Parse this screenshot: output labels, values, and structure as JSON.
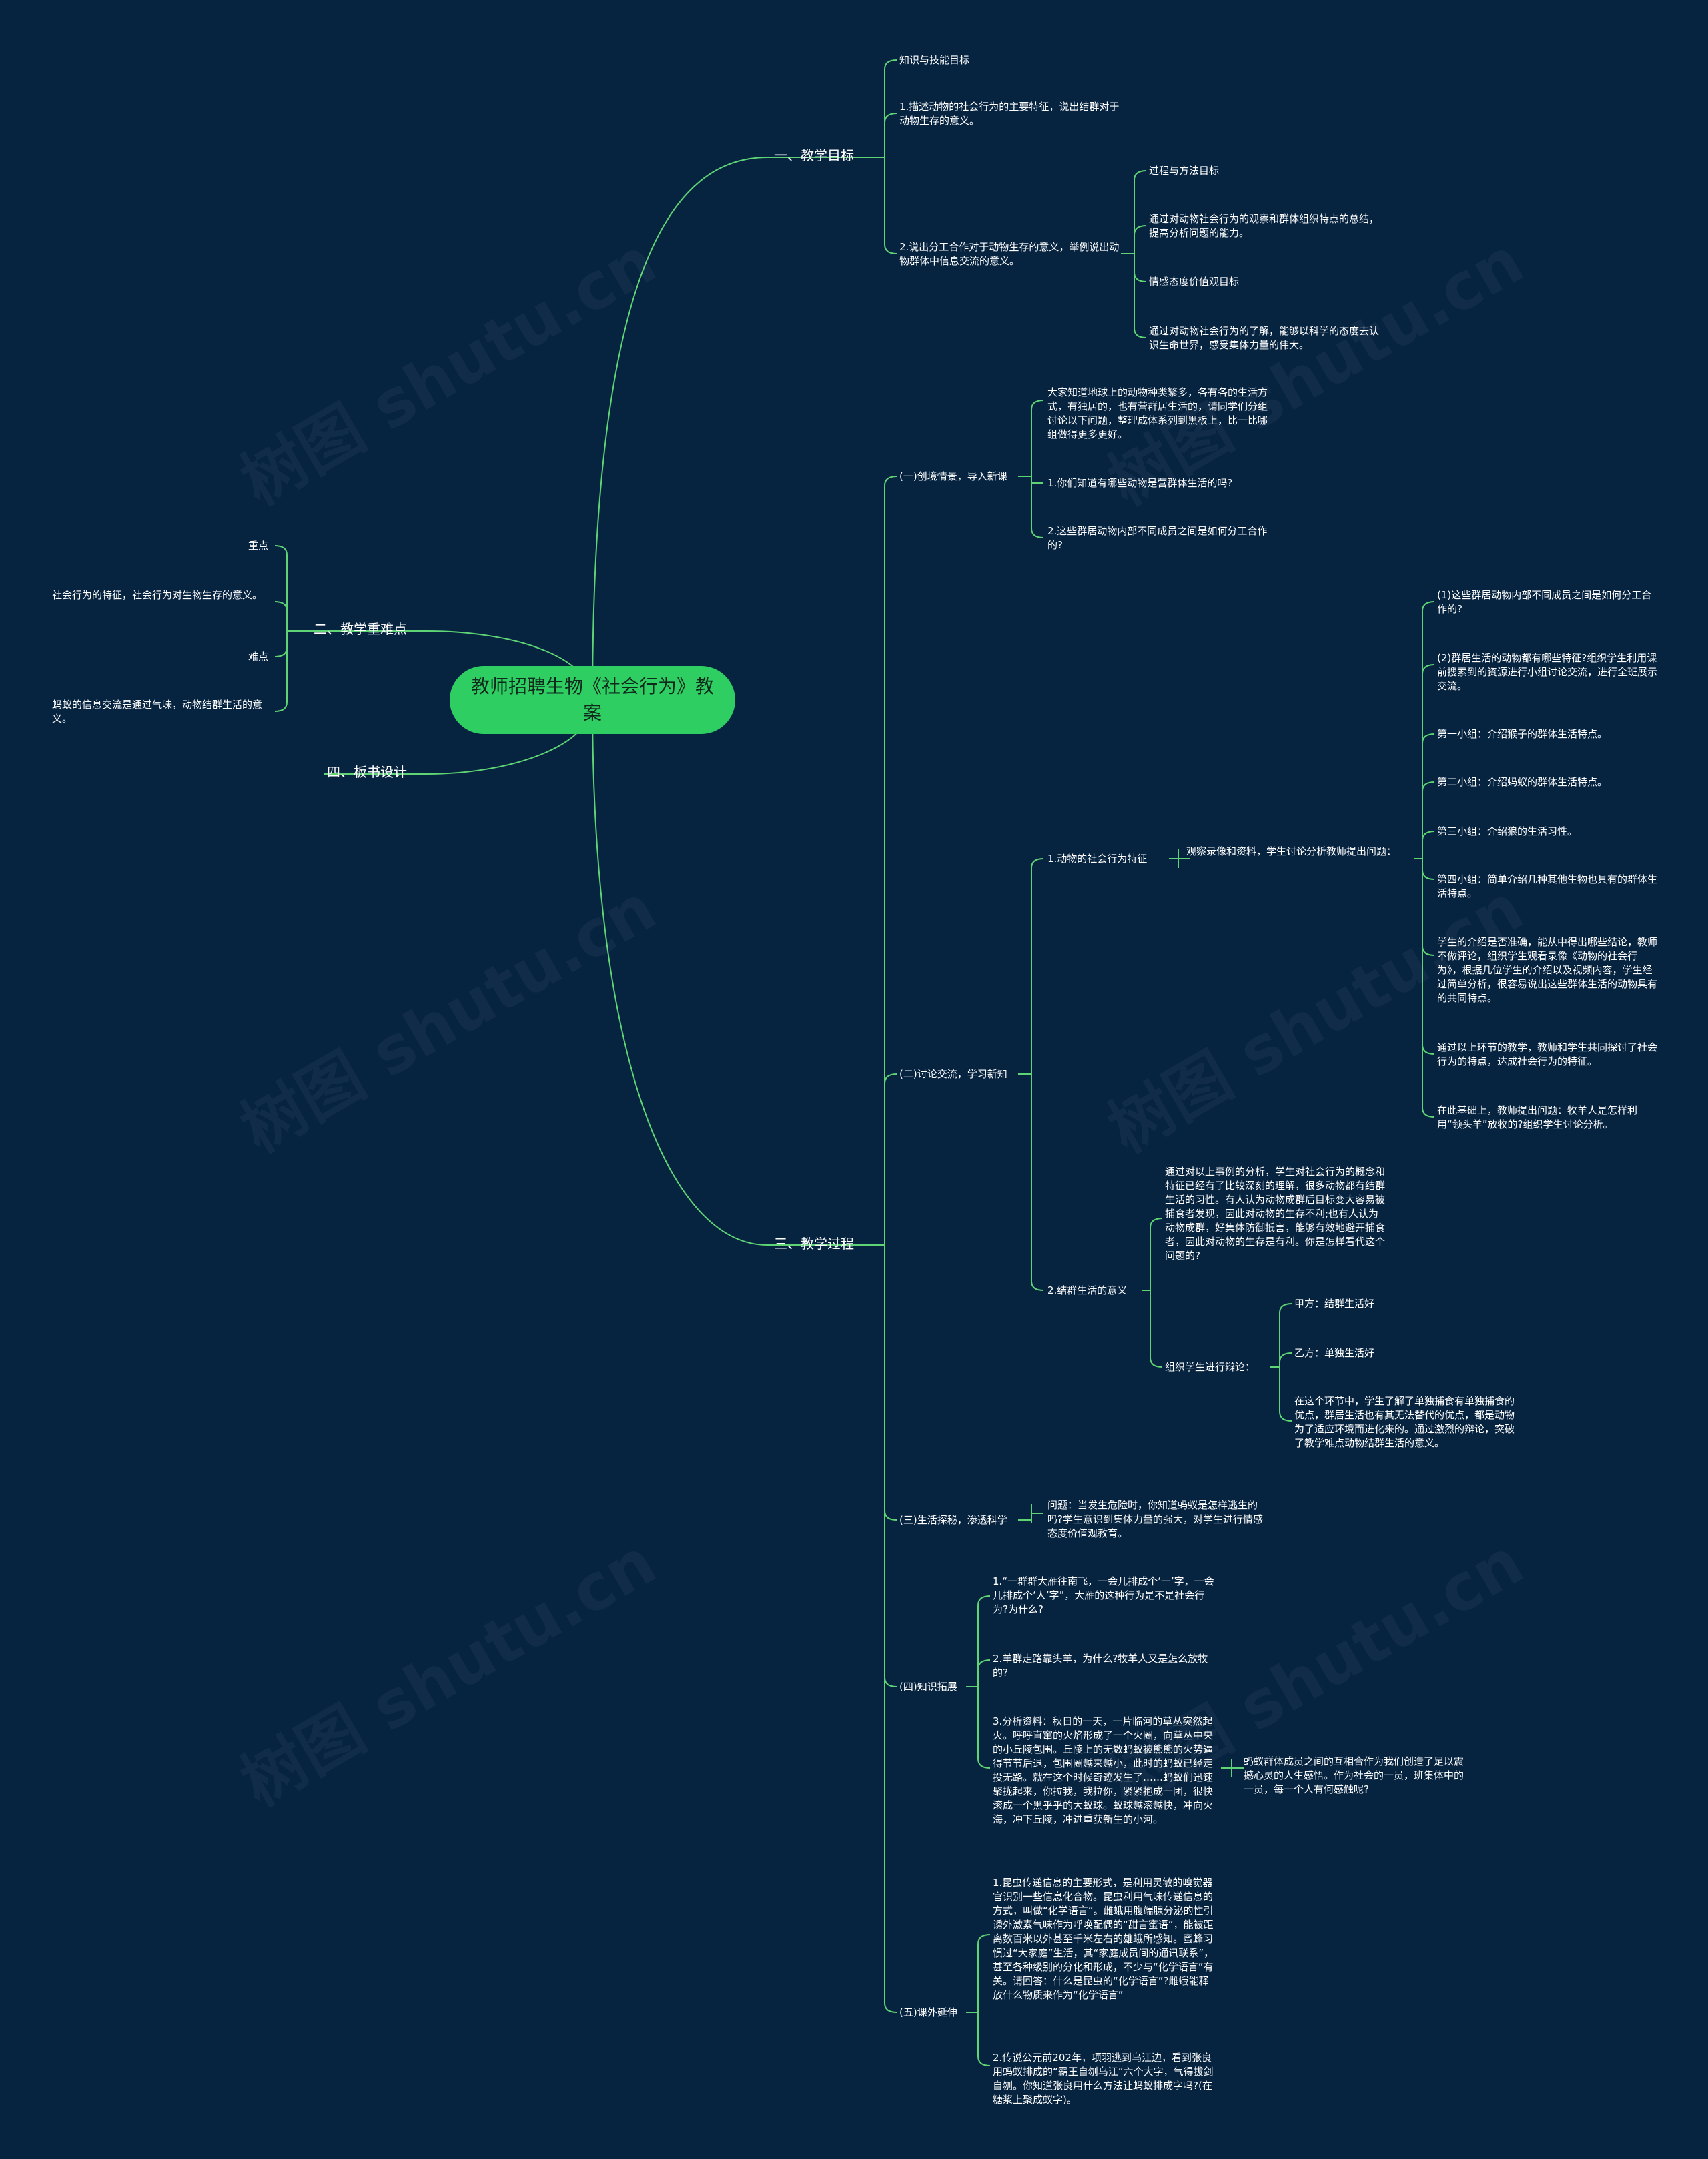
{
  "watermark": "树图 shutu.cn",
  "colors": {
    "background": "#062340",
    "link": "#5fd474",
    "root_fill": "#2fce63"
  },
  "root": "教师招聘生物《社会行为》教案",
  "b1": {
    "label": "一、教学目标",
    "items": [
      "知识与技能目标",
      "1.描述动物的社会行为的主要特征，说出结群对于动物生存的意义。",
      "2.说出分工合作对于动物生存的意义，举例说出动物群体中信息交流的意义。"
    ],
    "sub": [
      "过程与方法目标",
      "通过对动物社会行为的观察和群体组织特点的总结，提高分析问题的能力。",
      "情感态度价值观目标",
      "通过对动物社会行为的了解，能够以科学的态度去认识生命世界，感受集体力量的伟大。"
    ]
  },
  "b2": {
    "label": "二、教学重难点",
    "items": [
      "重点",
      "社会行为的特征，社会行为对生物生存的意义。",
      "难点",
      "蚂蚁的信息交流是通过气味，动物结群生活的意义。"
    ]
  },
  "b3": {
    "label": "三、教学过程",
    "s1": {
      "label": "(一)创境情景，导入新课",
      "items": [
        "大家知道地球上的动物种类繁多，各有各的生活方式，有独居的，也有营群居生活的，请同学们分组讨论以下问题，整理成体系列到黑板上，比一比哪组做得更多更好。",
        "1.你们知道有哪些动物是营群体生活的吗?",
        "2.这些群居动物内部不同成员之间是如何分工合作的?"
      ]
    },
    "s2": {
      "label": "(二)讨论交流，学习新知",
      "a": {
        "label": "1.动物的社会行为特征",
        "mid": "观察录像和资料，学生讨论分析教师提出问题：",
        "items": [
          "(1)这些群居动物内部不同成员之间是如何分工合作的?",
          "(2)群居生活的动物都有哪些特征?组织学生利用课前搜索到的资源进行小组讨论交流，进行全班展示交流。",
          "第一小组：介绍猴子的群体生活特点。",
          "第二小组：介绍蚂蚁的群体生活特点。",
          "第三小组：介绍狼的生活习性。",
          "第四小组：简单介绍几种其他生物也具有的群体生活特点。",
          "学生的介绍是否准确，能从中得出哪些结论，教师不做评论，组织学生观看录像《动物的社会行为》，根据几位学生的介绍以及视频内容，学生经过简单分析，很容易说出这些群体生活的动物具有的共同特点。",
          "通过以上环节的教学，教师和学生共同探讨了社会行为的特点，达成社会行为的特征。",
          "在此基础上，教师提出问题：牧羊人是怎样利用“领头羊”放牧的?组织学生讨论分析。"
        ]
      },
      "b": {
        "label": "2.结群生活的意义",
        "text": "通过对以上事例的分析，学生对社会行为的概念和特征已经有了比较深刻的理解，很多动物都有结群生活的习性。有人认为动物成群后目标变大容易被捕食者发现，因此对动物的生存不利;也有人认为动物成群，好集体防御抵害，能够有效地避开捕食者，因此对动物的生存是有利。你是怎样看代这个问题的?",
        "debate": {
          "label": "组织学生进行辩论：",
          "items": [
            "甲方：结群生活好",
            "乙方：单独生活好",
            "在这个环节中，学生了解了单独捕食有单独捕食的优点，群居生活也有其无法替代的优点，都是动物为了适应环境而进化来的。通过激烈的辩论，突破了教学难点动物结群生活的意义。"
          ]
        }
      }
    },
    "s3": {
      "label": "(三)生活探秘，渗透科学",
      "text": "问题：当发生危险时，你知道蚂蚁是怎样逃生的吗?学生意识到集体力量的强大，对学生进行情感态度价值观教育。"
    },
    "s4": {
      "label": "(四)知识拓展",
      "items": [
        "1.“一群群大雁往南飞，一会儿排成个‘一’字，一会儿排成个‘人’字”，大雁的这种行为是不是社会行为?为什么?",
        "2.羊群走路靠头羊，为什么?牧羊人又是怎么放牧的?",
        "3.分析资料：秋日的一天，一片临河的草丛突然起火。呼呼直窜的火焰形成了一个火圈，向草丛中央的小丘陵包围。丘陵上的无数蚂蚁被熊熊的火势逼得节节后退，包围圈越来越小，此时的蚂蚁已经走投无路。就在这个时候奇迹发生了……蚂蚁们迅速聚拢起来，你拉我，我拉你，紧紧抱成一团，很快滚成一个黑乎乎的大蚁球。蚁球越滚越快，冲向火海，冲下丘陵，冲进重获新生的小河。"
      ],
      "note": "蚂蚁群体成员之间的互相合作为我们创造了足以震撼心灵的人生感悟。作为社会的一员，班集体中的一员，每一个人有何感触呢?"
    },
    "s5": {
      "label": "(五)课外延伸",
      "items": [
        "1.昆虫传递信息的主要形式，是利用灵敏的嗅觉器官识别一些信息化合物。昆虫利用气味传递信息的方式，叫做“化学语言”。雌蛾用腹端腺分泌的性引诱外激素气味作为呼唤配偶的“甜言蜜语”，能被距离数百米以外甚至千米左右的雄蛾所感知。蜜蜂习惯过“大家庭”生活，其“家庭成员间的通讯联系”，甚至各种级别的分化和形成，不少与“化学语言”有关。请回答：什么是昆虫的“化学语言”?雌蛾能释放什么物质来作为“化学语言”",
        "2.传说公元前202年，项羽逃到乌江边，看到张良用蚂蚁排成的“霸王自刎乌江”六个大字，气得拔剑自刎。你知道张良用什么方法让蚂蚁排成字吗?(在糖浆上聚成蚁字)。"
      ]
    }
  },
  "b4": {
    "label": "四、板书设计"
  }
}
